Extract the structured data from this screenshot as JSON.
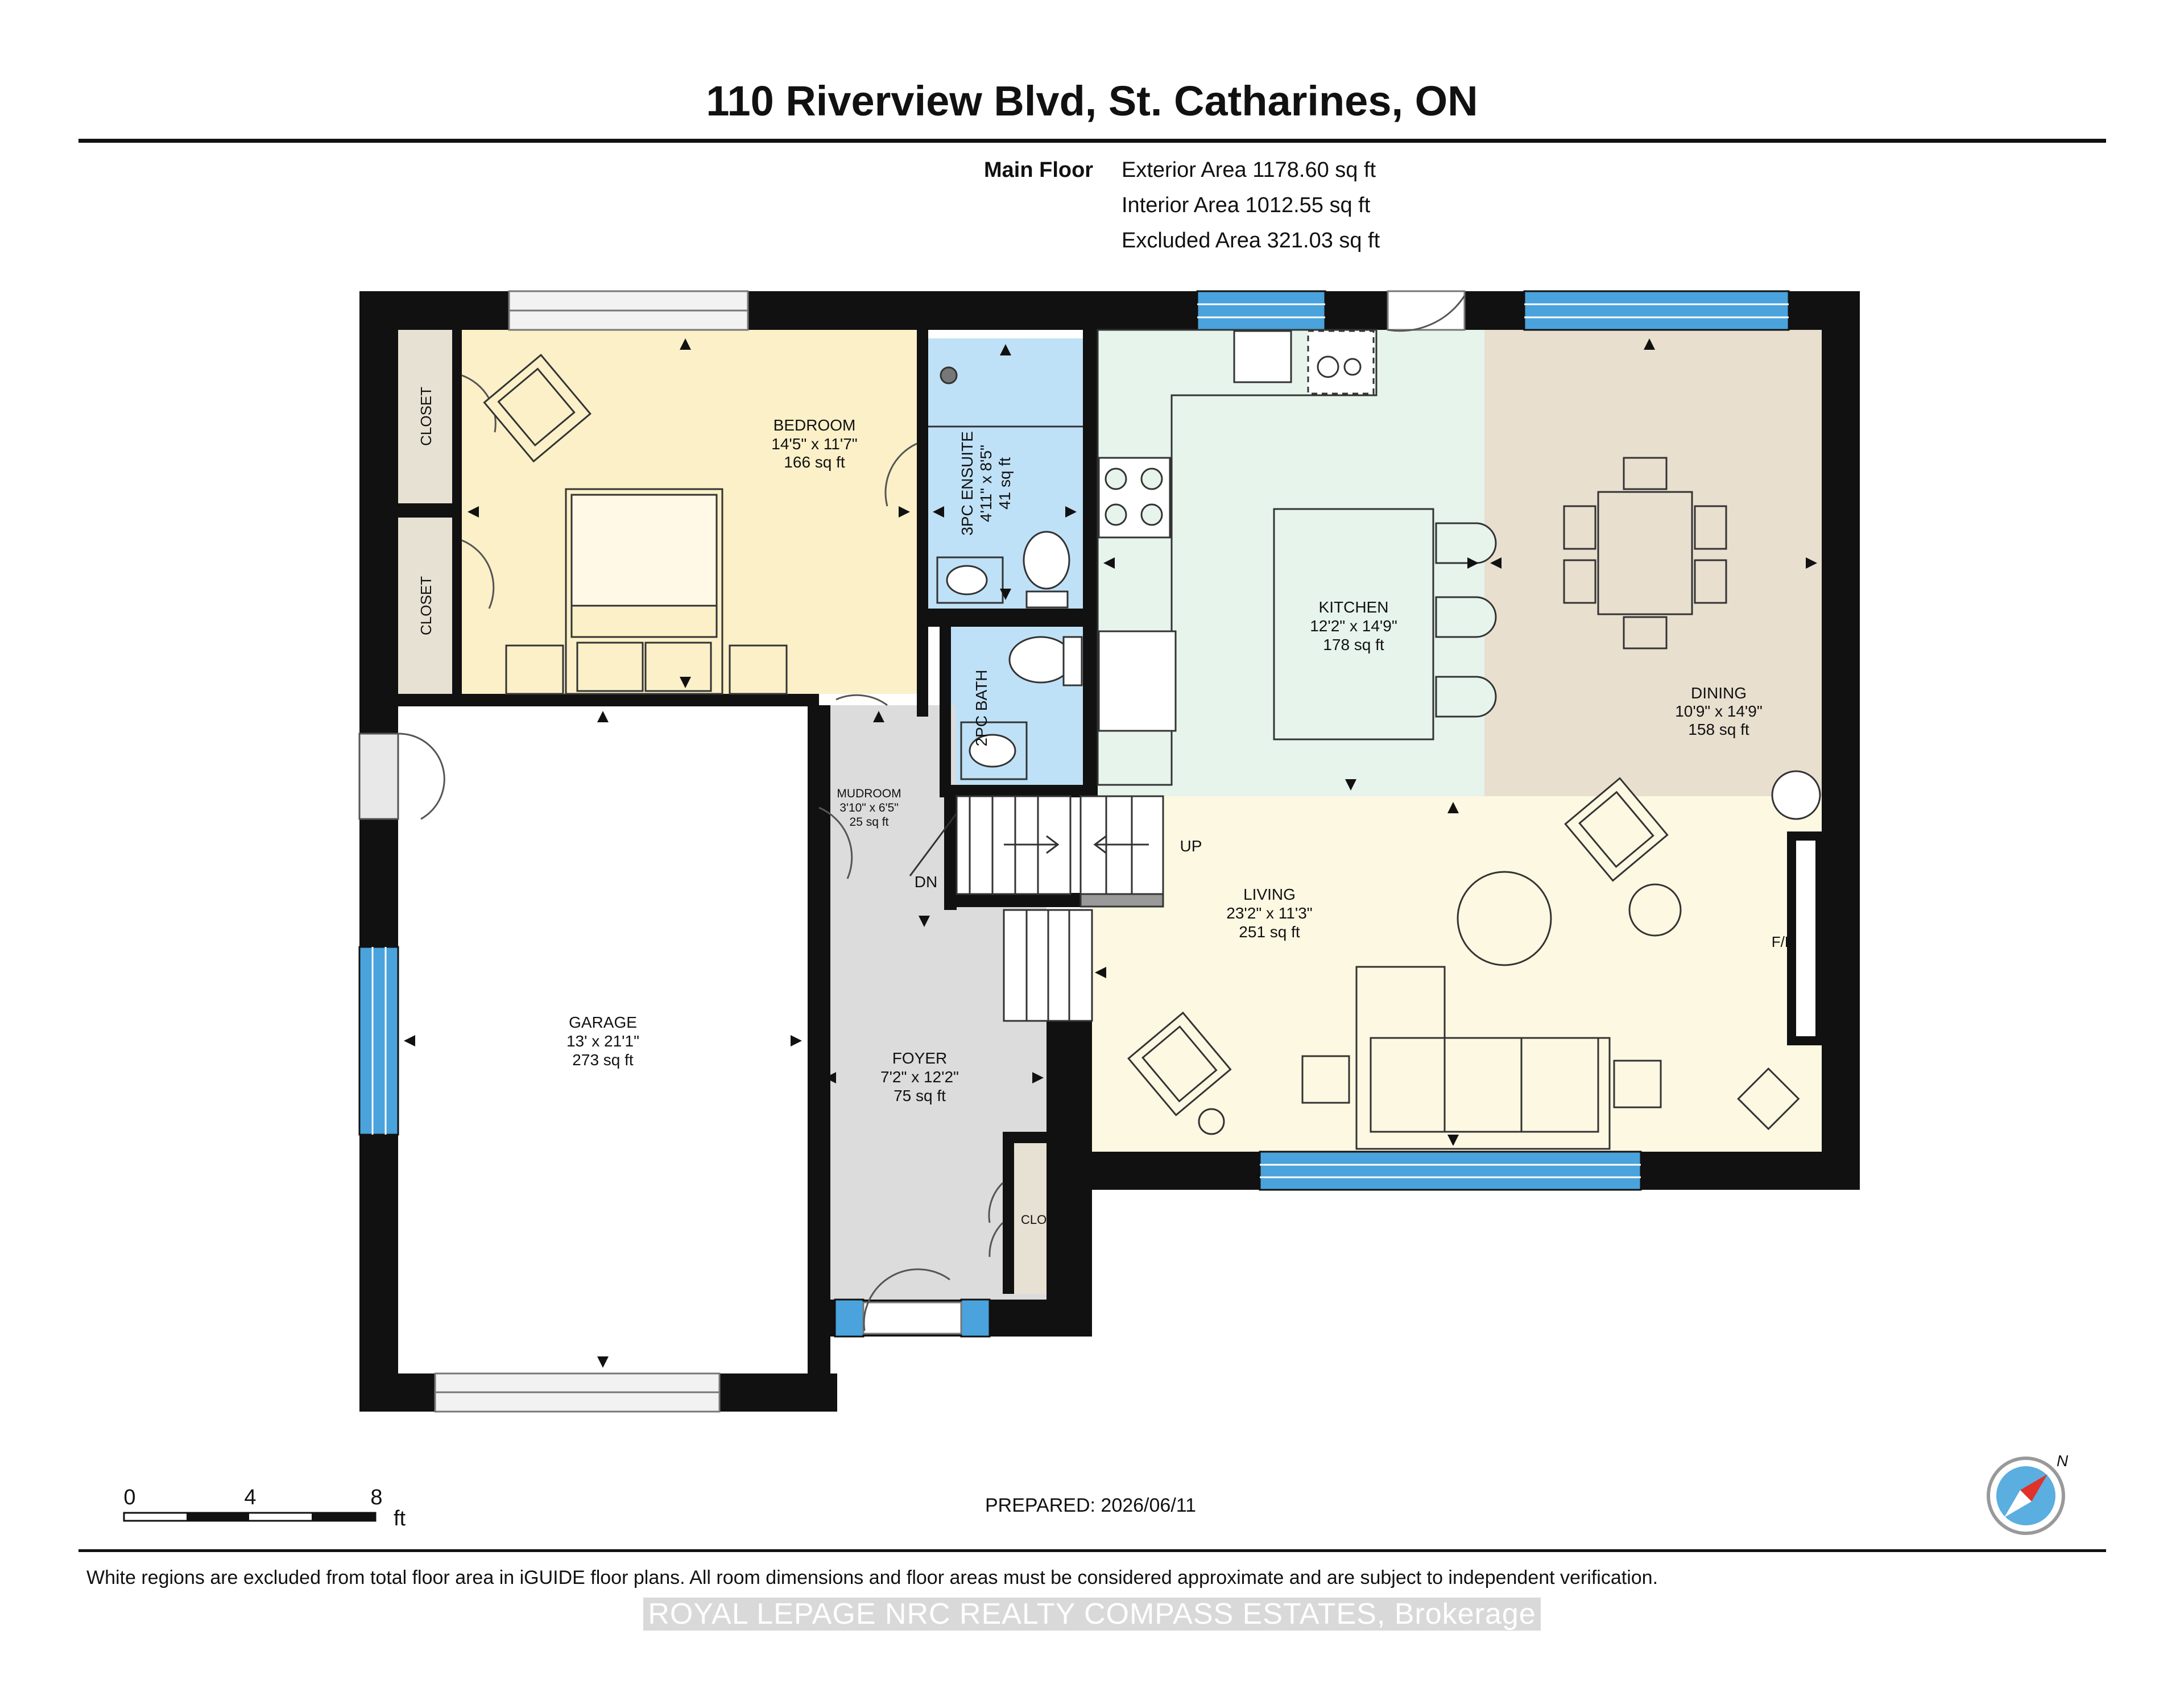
{
  "title": "110 Riverview Blvd, St. Catharines, ON",
  "floor": {
    "name": "Main Floor",
    "areas": [
      "Exterior Area 1178.60 sq ft",
      "Interior Area 1012.55 sq ft",
      "Excluded Area 321.03 sq ft"
    ]
  },
  "rooms": {
    "bedroom": {
      "name": "BEDROOM",
      "dims": "14'5\" x 11'7\"",
      "area": "166 sq ft"
    },
    "ensuite": {
      "name": "3PC ENSUITE",
      "dims": "4'11\" x 8'5\"",
      "area": "41 sq ft"
    },
    "bath": {
      "name": "2PC BATH"
    },
    "kitchen": {
      "name": "KITCHEN",
      "dims": "12'2\" x 14'9\"",
      "area": "178 sq ft"
    },
    "dining": {
      "name": "DINING",
      "dims": "10'9\" x 14'9\"",
      "area": "158 sq ft"
    },
    "mudroom": {
      "name": "MUDROOM",
      "dims": "3'10\" x 6'5\"",
      "area": "25 sq ft"
    },
    "living": {
      "name": "LIVING",
      "dims": "23'2\" x 11'3\"",
      "area": "251 sq ft"
    },
    "garage": {
      "name": "GARAGE",
      "dims": "13' x 21'1\"",
      "area": "273 sq ft"
    },
    "foyer": {
      "name": "FOYER",
      "dims": "7'2\" x 12'2\"",
      "area": "75 sq ft"
    },
    "closet_left_top": {
      "name": "CLOSET"
    },
    "closet_left_bottom": {
      "name": "CLOSET"
    },
    "closet_foyer": {
      "name": "CLOSET"
    }
  },
  "labels": {
    "stairs_up": "UP",
    "stairs_down": "DN",
    "fireplace": "F/P"
  },
  "scale": {
    "ticks": [
      "0",
      "4",
      "8"
    ],
    "unit": "ft"
  },
  "compass": {
    "north": "N"
  },
  "prepared": "PREPARED: 2026/06/11",
  "disclaimer": "White regions are excluded from total floor area in iGUIDE floor plans. All room dimensions and floor areas must be considered approximate and are subject to independent verification.",
  "watermark": "ROYAL LEPAGE NRC REALTY COMPASS ESTATES, Brokerage",
  "colors": {
    "wall": "#111111",
    "window": "#4aa3dc",
    "bedroom": "#fbf0c8",
    "bath": "#bfe1f7",
    "kitchen": "#e6f4ec",
    "dining": "#e8dfcf",
    "living": "#fdf8e2",
    "garage": "#ffffff",
    "hall": "#dcdcdc",
    "closet": "#e7e1d3"
  }
}
